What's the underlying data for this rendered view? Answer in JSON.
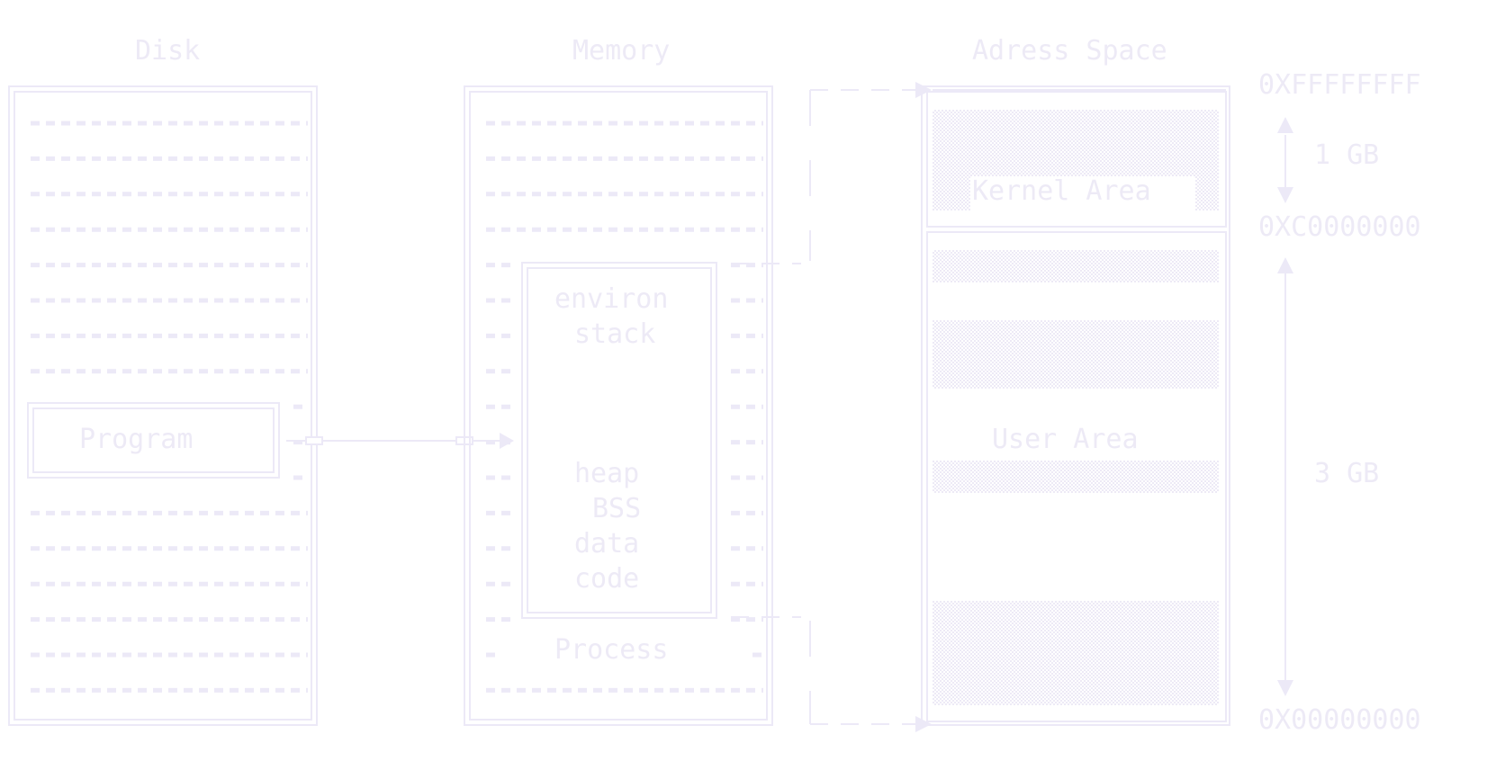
{
  "colors": {
    "line": "#ece9f7",
    "text": "#edeaf6",
    "hatch": "#eeebf6",
    "background": "#ffffff"
  },
  "disk": {
    "title": "Disk",
    "program_label": "Program"
  },
  "memory": {
    "title": "Memory",
    "process_label": "Process",
    "segments": [
      "environ",
      "stack",
      "heap",
      "BSS",
      "data",
      "code"
    ]
  },
  "address_space": {
    "title": "Adress Space",
    "kernel_label": "Kernel Area",
    "user_label": "User Area",
    "addresses": {
      "top": "0XFFFFFFFF",
      "split": "0XC0000000",
      "bottom": "0X00000000"
    },
    "sizes": {
      "kernel": "1 GB",
      "user": "3 GB"
    }
  }
}
